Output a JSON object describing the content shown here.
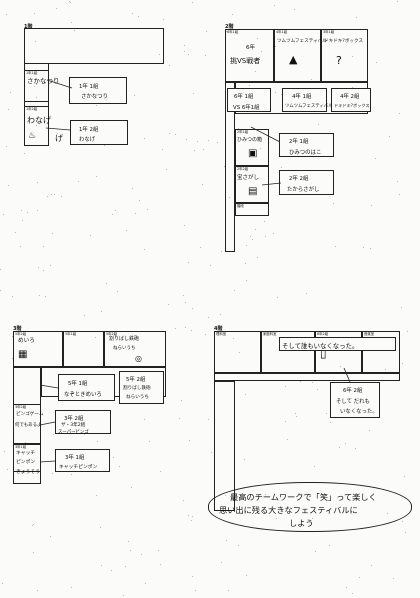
{
  "floors": {
    "f1": "1階",
    "f2": "2階",
    "f3": "3階",
    "f4": "4階"
  },
  "room_labels": {
    "r1_1": "1年1組",
    "r1_2": "1年2組",
    "r2_6a": "6年1組",
    "r2_4": "4年1組",
    "r2_3": "3年1組",
    "r2_2a": "2年1組",
    "r2_2b": "2年2組",
    "r2_stair": "階段",
    "r3_a": "5年2組",
    "r3_b": "5年1組",
    "r3_c": "5年2組",
    "r3_d": "3年2組",
    "r3_e": "2年2組",
    "r3_f": "3年1組",
    "r4_a": "理科室",
    "r4_b": "家庭科室",
    "r4_c": "6年2組",
    "r4_d": "音楽室"
  },
  "floor1": {
    "room1_title": "さかなつり",
    "room2_title": "わなげ",
    "note1_class": "1年 1組",
    "note1_event": "さかなつり",
    "note2_class": "1年 2組",
    "note2_event": "わなげ",
    "mark": "げ"
  },
  "floor2": {
    "room_a_line1": "6年",
    "room_a_line2": "挑VS戦者",
    "room_b": "ツムツムフェスティバル",
    "room_c": "ドキドキ?ボックス",
    "note_a_class": "6年 1組",
    "note_a_event": "VS 6年1組",
    "note_b_class": "4年 1組",
    "note_b_event": "ツムツムフェスティバル",
    "note_c_class": "4年 2組",
    "note_c_event": "ドキドキ?ボックス",
    "room_d": "ひみつの箱",
    "room_e": "宝さがし",
    "note_d_class": "2年 1組",
    "note_d_event": "ひみつのはこ",
    "note_e_class": "2年 2組",
    "note_e_event": "たからさがし"
  },
  "floor3": {
    "room_a": "めいろ",
    "room_b_l1": "割りばし鉄砲",
    "room_b_l2": "ねらいうち",
    "room_b_l3": "",
    "note_a_class": "5年 1組",
    "note_a_event": "なぞときめいろ",
    "note_b_class": "5年 2組",
    "note_b_event1": "割りばし鉄砲",
    "note_b_event2": "ねらいうち",
    "room_c_l1": "ピンゴゲーム",
    "room_c_l2": "何でもあるよ",
    "note_c_class": "3年 2組",
    "note_c_event1": "ザ・3年2組",
    "note_c_event2": "スーパービンゴ",
    "room_d_l1": "キャッチ",
    "room_d_l2": "ピンポン",
    "room_d_l3": "きょうそう",
    "note_d_class": "3年 1組",
    "note_d_event": "キャッチピンポン"
  },
  "floor4": {
    "room_a": "そして誰もいなくなった。",
    "note_class": "6年 2組",
    "note_event1": "そして だれも",
    "note_event2": "いなくなった。",
    "slogan_line1": "最高のチームワークで「笑」って楽しく",
    "slogan_line2": "思い出に残る大きなフェスティバルに",
    "slogan_line3": "しよう"
  }
}
